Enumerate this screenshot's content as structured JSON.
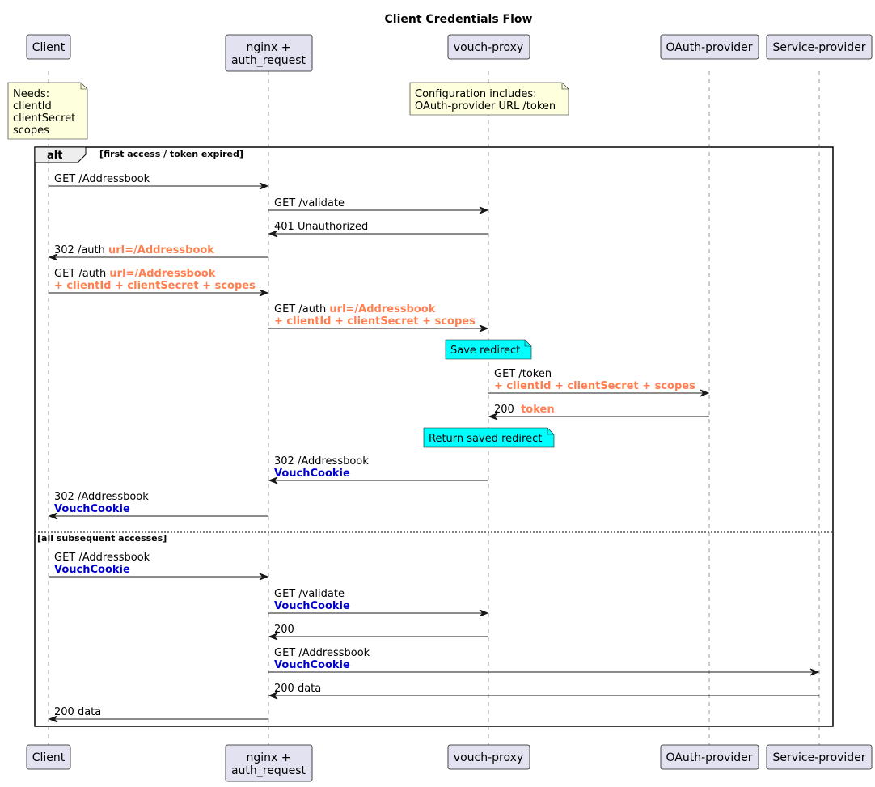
{
  "title": "Client Credentials Flow",
  "participants": [
    {
      "id": "client",
      "lines": [
        "Client"
      ]
    },
    {
      "id": "nginx",
      "lines": [
        "nginx +",
        "auth_request"
      ]
    },
    {
      "id": "vouch",
      "lines": [
        "vouch-proxy"
      ]
    },
    {
      "id": "oauth",
      "lines": [
        "OAuth-provider"
      ]
    },
    {
      "id": "service",
      "lines": [
        "Service-provider"
      ]
    }
  ],
  "notes": [
    {
      "id": "needs",
      "over": "client",
      "color": "#FEFFDD",
      "lines": [
        "Needs:",
        "clientId",
        "clientSecret",
        "scopes"
      ]
    },
    {
      "id": "config",
      "over": "vouch",
      "color": "#FEFFDD",
      "lines": [
        "Configuration includes:",
        "OAuth-provider URL /token"
      ]
    },
    {
      "id": "save-redirect",
      "over": "vouch",
      "color": "#00FFFF",
      "lines": [
        "Save redirect"
      ]
    },
    {
      "id": "return-redirect",
      "over": "vouch",
      "color": "#00FFFF",
      "lines": [
        "Return saved redirect"
      ]
    }
  ],
  "frame": {
    "keyword": "alt",
    "sections": [
      {
        "condition": "[first access / token expired]"
      },
      {
        "condition": "[all subsequent accesses]"
      }
    ]
  },
  "messages": [
    {
      "from": "client",
      "to": "nginx",
      "lines": [
        [
          {
            "t": "GET /Addressbook"
          }
        ]
      ]
    },
    {
      "from": "nginx",
      "to": "vouch",
      "lines": [
        [
          {
            "t": "GET /validate"
          }
        ]
      ]
    },
    {
      "from": "vouch",
      "to": "nginx",
      "lines": [
        [
          {
            "t": "401 Unauthorized"
          }
        ]
      ]
    },
    {
      "from": "nginx",
      "to": "client",
      "lines": [
        [
          {
            "t": "302 /auth "
          },
          {
            "t": "url=/Addressbook",
            "s": "hl"
          }
        ]
      ]
    },
    {
      "from": "client",
      "to": "nginx",
      "lines": [
        [
          {
            "t": "GET /auth "
          },
          {
            "t": "url=/Addressbook",
            "s": "hl"
          }
        ],
        [
          {
            "t": "+ clientId + clientSecret + scopes",
            "s": "hl"
          }
        ]
      ]
    },
    {
      "from": "nginx",
      "to": "vouch",
      "lines": [
        [
          {
            "t": "GET /auth "
          },
          {
            "t": "url=/Addressbook",
            "s": "hl"
          }
        ],
        [
          {
            "t": "+ clientId + clientSecret + scopes",
            "s": "hl"
          }
        ]
      ]
    },
    {
      "from": "vouch",
      "to": "oauth",
      "lines": [
        [
          {
            "t": "GET /token"
          }
        ],
        [
          {
            "t": "+ clientId + clientSecret + scopes",
            "s": "hl"
          }
        ]
      ]
    },
    {
      "from": "oauth",
      "to": "vouch",
      "lines": [
        [
          {
            "t": "200  "
          },
          {
            "t": "token",
            "s": "hl"
          }
        ]
      ]
    },
    {
      "from": "vouch",
      "to": "nginx",
      "lines": [
        [
          {
            "t": "302 /Addressbook"
          }
        ],
        [
          {
            "t": "VouchCookie",
            "s": "ck"
          }
        ]
      ]
    },
    {
      "from": "nginx",
      "to": "client",
      "lines": [
        [
          {
            "t": "302 /Addressbook"
          }
        ],
        [
          {
            "t": "VouchCookie",
            "s": "ck"
          }
        ]
      ]
    },
    {
      "from": "client",
      "to": "nginx",
      "lines": [
        [
          {
            "t": "GET /Addressbook"
          }
        ],
        [
          {
            "t": "VouchCookie",
            "s": "ck"
          }
        ]
      ]
    },
    {
      "from": "nginx",
      "to": "vouch",
      "lines": [
        [
          {
            "t": "GET /validate"
          }
        ],
        [
          {
            "t": "VouchCookie",
            "s": "ck"
          }
        ]
      ]
    },
    {
      "from": "vouch",
      "to": "nginx",
      "lines": [
        [
          {
            "t": "200"
          }
        ]
      ]
    },
    {
      "from": "nginx",
      "to": "service",
      "lines": [
        [
          {
            "t": "GET /Addressbook"
          }
        ],
        [
          {
            "t": "VouchCookie",
            "s": "ck"
          }
        ]
      ]
    },
    {
      "from": "service",
      "to": "nginx",
      "lines": [
        [
          {
            "t": "200 data"
          }
        ]
      ]
    },
    {
      "from": "nginx",
      "to": "client",
      "lines": [
        [
          {
            "t": "200 data"
          }
        ]
      ]
    }
  ]
}
